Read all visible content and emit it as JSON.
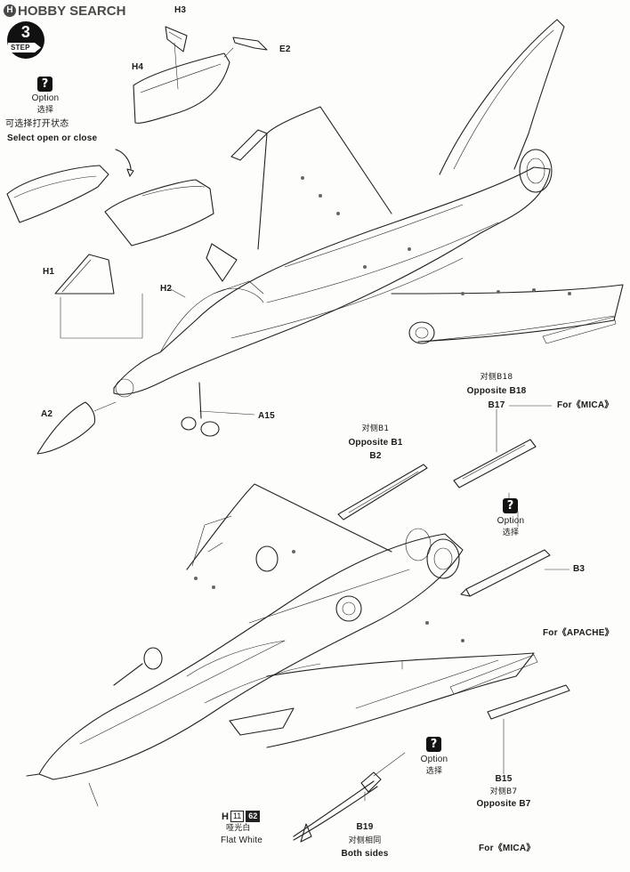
{
  "watermark": {
    "text": "HOBBY SEARCH"
  },
  "step": {
    "label": "STEP",
    "number": "3"
  },
  "option_note": {
    "title": "Option",
    "subtitle_cn": "选择",
    "desc_cn": "可选择打开状态",
    "desc_en": "Select open or close"
  },
  "parts": {
    "h3": "H3",
    "e2": "E2",
    "h4": "H4",
    "h1": "H1",
    "h2": "H2",
    "a2": "A2",
    "a15": "A15",
    "b2": "B2",
    "b17": "B17",
    "b3": "B3",
    "b15": "B15",
    "b19": "B19"
  },
  "labels": {
    "opposite_b1_cn": "对侧B1",
    "opposite_b1_en": "Opposite B1",
    "opposite_b18_cn": "对侧B18",
    "opposite_b18_en": "Opposite B18",
    "opposite_b7_cn": "对侧B7",
    "opposite_b7_en": "Opposite B7",
    "both_sides_cn": "对侧相同",
    "both_sides_en": "Both sides",
    "for_mica_top": "For《MICA》",
    "for_apache": "For《APACHE》",
    "for_mica_bottom": "For《MICA》"
  },
  "option_mid": {
    "title": "Option",
    "subtitle_cn": "选择"
  },
  "option_low": {
    "title": "Option",
    "subtitle_cn": "选择"
  },
  "paint": {
    "part": "H",
    "code1": "11",
    "code2": "62",
    "name_cn": "哑光白",
    "name_en": "Flat White"
  }
}
